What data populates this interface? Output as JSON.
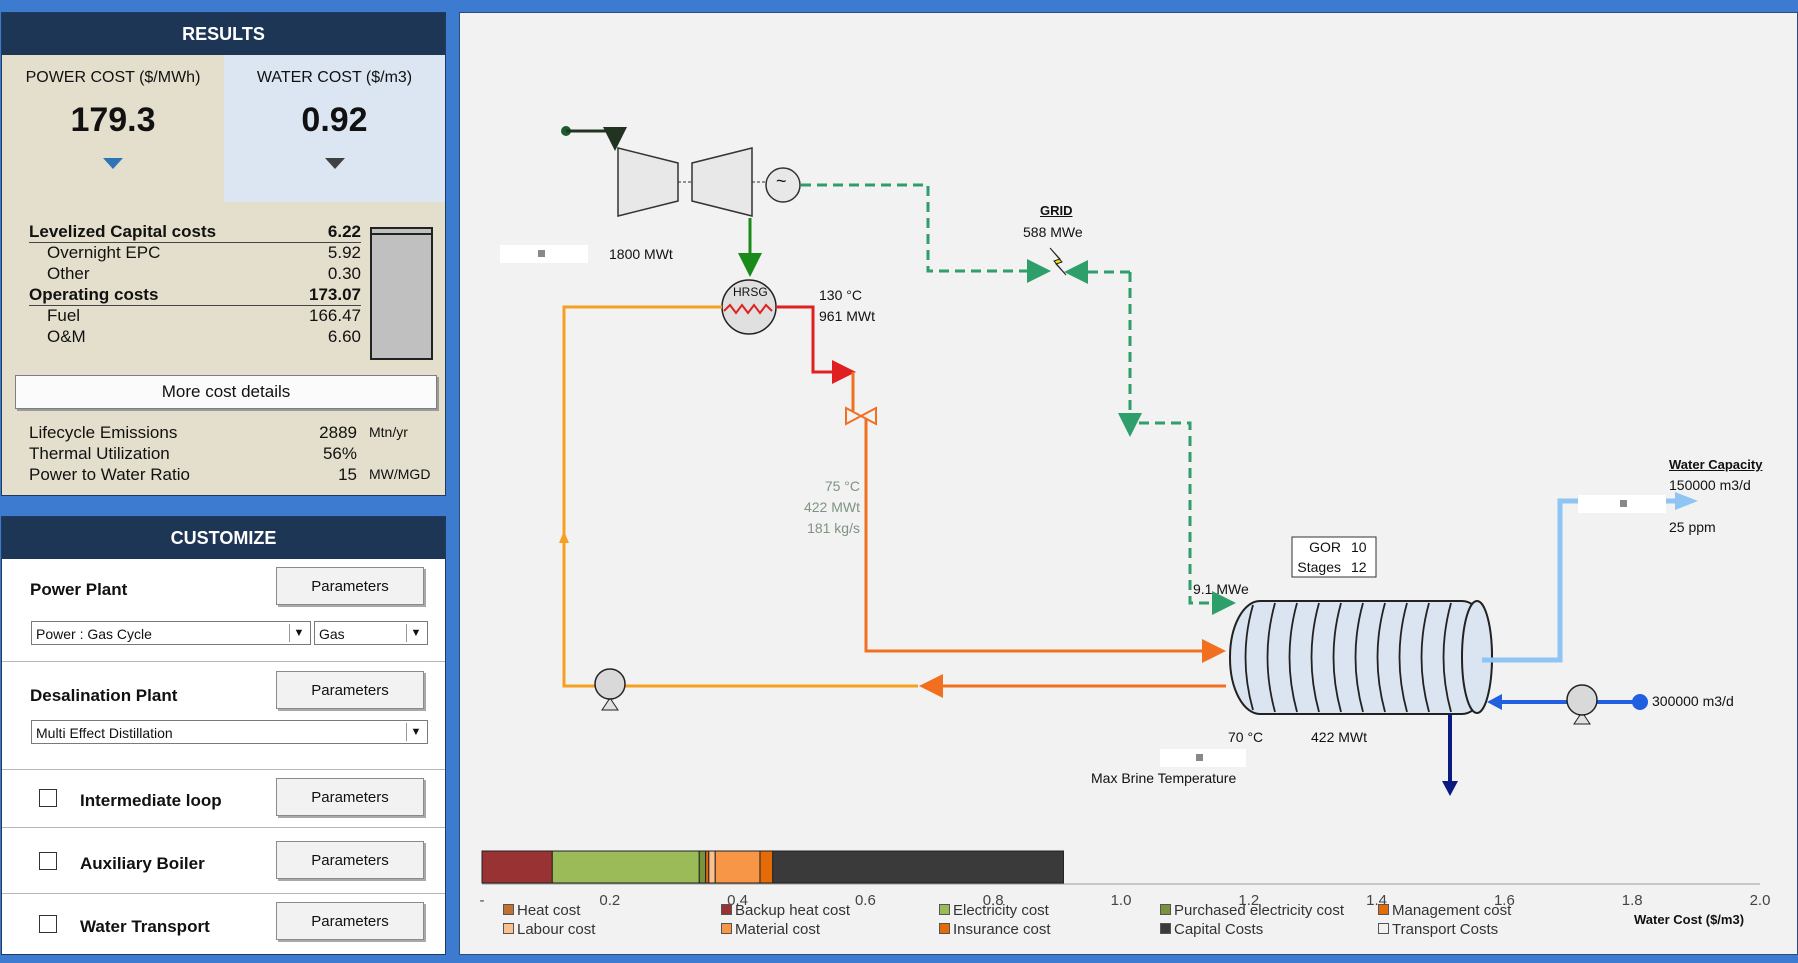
{
  "results": {
    "title": "RESULTS",
    "power_cost": {
      "label": "POWER COST ($/MWh)",
      "value": "179.3"
    },
    "water_cost": {
      "label": "WATER COST ($/m3)",
      "value": "0.92"
    },
    "breakdown": [
      {
        "label": "Levelized Capital costs",
        "value": "6.22",
        "style": "bold"
      },
      {
        "label": "Overnight EPC",
        "value": "5.92",
        "style": "sub"
      },
      {
        "label": "Other",
        "value": "0.30",
        "style": "sub"
      },
      {
        "label": "Operating costs",
        "value": "173.07",
        "style": "bold"
      },
      {
        "label": "Fuel",
        "value": "166.47",
        "style": "sub"
      },
      {
        "label": "O&M",
        "value": "6.60",
        "style": "sub"
      }
    ],
    "more_button": "More cost details",
    "metrics": [
      {
        "label": "Lifecycle Emissions",
        "value": "2889",
        "unit": "Mtn/yr"
      },
      {
        "label": "Thermal Utilization",
        "value": "56%",
        "unit": ""
      },
      {
        "label": "Power to Water Ratio",
        "value": "15",
        "unit": "MW/MGD"
      }
    ]
  },
  "customize": {
    "title": "CUSTOMIZE",
    "power_plant": {
      "label": "Power Plant",
      "button": "Parameters",
      "type": "Power : Gas Cycle",
      "fuel": "Gas"
    },
    "desal_plant": {
      "label": "Desalination Plant",
      "button": "Parameters",
      "type": "Multi Effect Distillation"
    },
    "options": [
      {
        "label": "Intermediate loop",
        "button": "Parameters",
        "checked": false
      },
      {
        "label": "Auxiliary Boiler",
        "button": "Parameters",
        "checked": false
      },
      {
        "label": "Water Transport",
        "button": "Parameters",
        "checked": false
      }
    ]
  },
  "diagram": {
    "thermal_power": "1800 MWt",
    "grid": {
      "label": "GRID",
      "value": "588 MWe"
    },
    "hrsg": {
      "label": "HRSG",
      "temp": "130  °C",
      "power": "961 MWt"
    },
    "generator_symbol": "~",
    "loop": {
      "temp": "75 °C",
      "power": "422 MWt",
      "flow": "181 kg/s"
    },
    "desal_power": "9.1 MWe",
    "gor": {
      "label": "GOR",
      "value": "10"
    },
    "stages": {
      "label": "Stages",
      "value": "12"
    },
    "brine_temp": "70 °C",
    "desal_heat": "422 MWt",
    "max_brine_label": "Max Brine Temperature",
    "water_capacity": {
      "label": "Water Capacity",
      "value": "150000 m3/d",
      "salinity": "25 ppm"
    },
    "feed_flow": "300000 m3/d"
  },
  "chart_data": {
    "type": "bar",
    "orientation": "horizontal-stacked",
    "xlabel": "Water Cost ($/m3)",
    "xlim": [
      0,
      2.0
    ],
    "ticks": [
      "-",
      "0.2",
      "0.4",
      "0.6",
      "0.8",
      "1.0",
      "1.2",
      "1.4",
      "1.6",
      "1.8",
      "2.0"
    ],
    "series": [
      {
        "name": "Heat cost",
        "value": 0.0,
        "color": "#c07030"
      },
      {
        "name": "Backup heat cost",
        "value": 0.11,
        "color": "#993333"
      },
      {
        "name": "Electricity cost",
        "value": 0.23,
        "color": "#9bbb59"
      },
      {
        "name": "Purchased electricity cost",
        "value": 0.01,
        "color": "#77933c"
      },
      {
        "name": "Management cost",
        "value": 0.005,
        "color": "#e36c09"
      },
      {
        "name": "Labour cost",
        "value": 0.01,
        "color": "#fac090"
      },
      {
        "name": "Material cost",
        "value": 0.07,
        "color": "#f79646"
      },
      {
        "name": "Insurance cost",
        "value": 0.02,
        "color": "#e36c09"
      },
      {
        "name": "Capital Costs",
        "value": 0.455,
        "color": "#3a3a3a"
      },
      {
        "name": "Transport Costs",
        "value": 0.0,
        "color": "#f2f2f2"
      }
    ]
  }
}
